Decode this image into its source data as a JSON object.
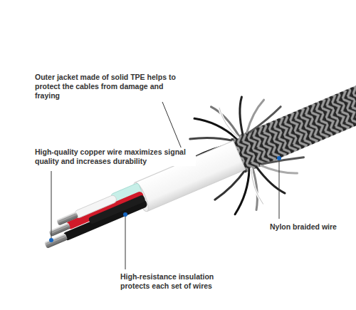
{
  "diagram": {
    "labels": [
      "Outer jacket made of solid TPE helps to protect the cables from damage and fraying",
      "High-quality copper wire maximizes signal quality and increases durability",
      "Nylon braided wire",
      "High-resistance insulation protects each set of wires"
    ]
  }
}
